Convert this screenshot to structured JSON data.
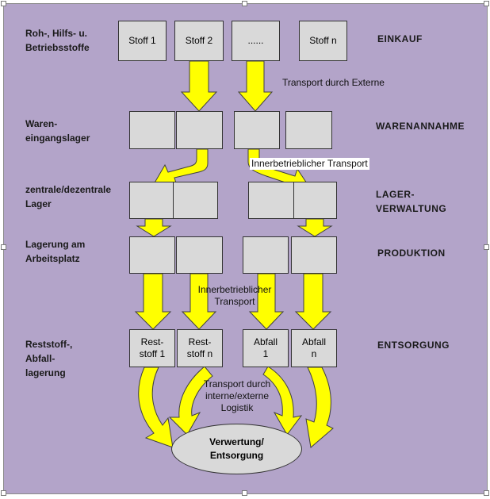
{
  "rows": {
    "raw": "Roh-, Hilfs- u.\nBetriebsstoffe",
    "incoming": "Waren-\neingangslager",
    "storage": "zentrale/dezentrale\nLager",
    "workplace": "Lagerung am\nArbeitsplatz",
    "residual": "Reststoff-,\nAbfall-\nlagerung"
  },
  "stages": {
    "purchasing": "EINKAUF",
    "receiving": "WARENANNAHME",
    "warehouse": "LAGER-\nVERWALTUNG",
    "production": "PRODUKTION",
    "disposal": "ENTSORGUNG"
  },
  "materials": [
    "Stoff 1",
    "Stoff 2",
    "......",
    "Stoff n"
  ],
  "waste": [
    "Rest-\nstoff 1",
    "Rest-\nstoff n",
    "Abfall\n1",
    "Abfall\nn"
  ],
  "notes": {
    "external": "Transport durch Externe",
    "internal1": "Innerbetrieblicher Transport",
    "internal2": "Innerbetrieblicher\nTransport",
    "logistics": "Transport durch\ninterne/externe\nLogistik"
  },
  "final": "Verwertung/\nEntsorgung",
  "colors": {
    "background": "#b3a4c9",
    "box": "#d9d9d9",
    "arrow": "#ffff00"
  }
}
